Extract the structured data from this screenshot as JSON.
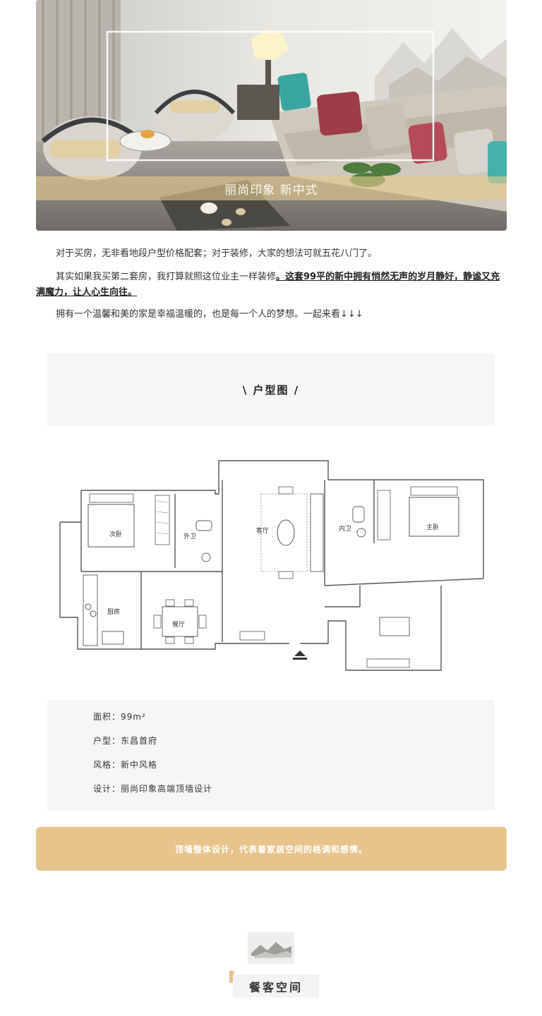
{
  "hero": {
    "caption": "丽尚印象  新中式",
    "colors": {
      "gold_band": "#e3c98a",
      "wall": "#eeece6",
      "floor": "#8d8a85"
    }
  },
  "intro": {
    "p1": "对于买房，无非看地段户型价格配套；对于装修，大家的想法可就五花八门了。",
    "p2_plain": "其实如果我买第二套房，我打算就照这位业主一样装修",
    "p2_highlight": "。这套99平的新中拥有悄然无声的岁月静好，静谧又充满魔力，让人心生向往。",
    "p3": "拥有一个温馨和美的家是幸福温暖的，也是每一个人的梦想。一起来看↓↓↓"
  },
  "floorplan_section": {
    "title": "\\ 户型图 /",
    "rooms": {
      "second_bedroom": "次卧",
      "guest_bath": "外卫",
      "living_room": "客厅",
      "master_bath": "内卫",
      "master_bedroom": "主卧",
      "kitchen": "厨房",
      "dining_room": "餐厅"
    }
  },
  "info": {
    "area": "面积：99m²",
    "layout": "户型：东昌首府",
    "style": "风格：新中风格",
    "design": "设计：丽尚印象高端顶墙设计"
  },
  "banner": {
    "text": "顶墙整体设计，代表着家居空间的格调和感情。",
    "color": "#e6c48b"
  },
  "next_section": {
    "title": "餐客空间"
  }
}
